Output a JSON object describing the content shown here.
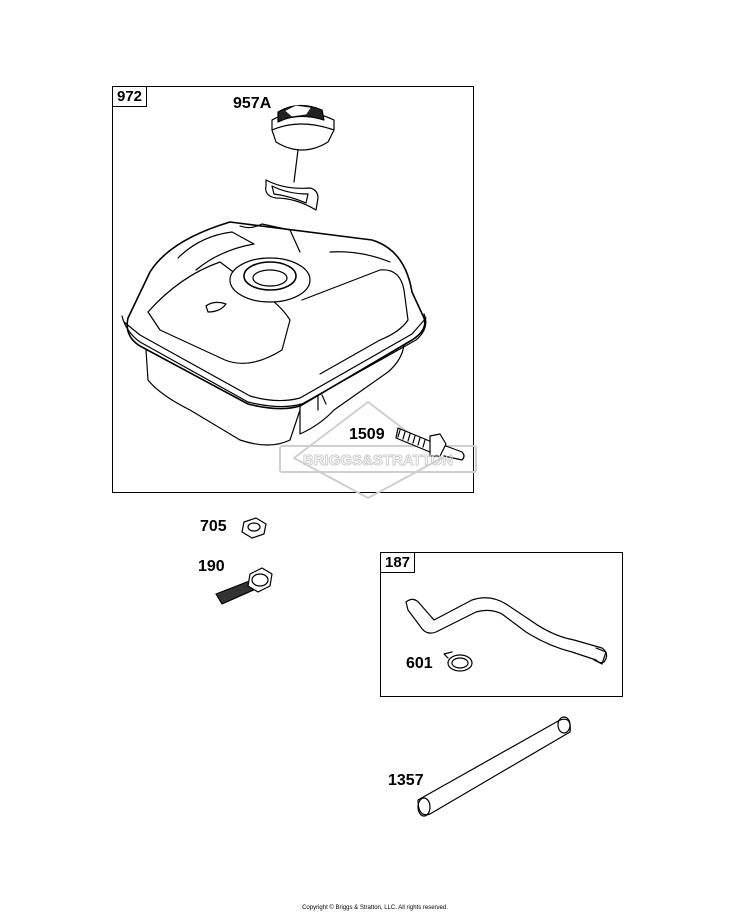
{
  "groups": {
    "tank_group": {
      "label": "972"
    },
    "fuel_line_group": {
      "label": "187"
    }
  },
  "parts": {
    "fuel_cap": "957A",
    "fuel_tank_fitting": "1509",
    "hex_nut": "705",
    "flange_bolt": "190",
    "hose_clamp": "601",
    "fuel_line_tube": "1357"
  },
  "watermark": "BRIGGS&STRATTON",
  "copyright": "Copyright © Briggs & Stratton, LLC. All rights reserved."
}
